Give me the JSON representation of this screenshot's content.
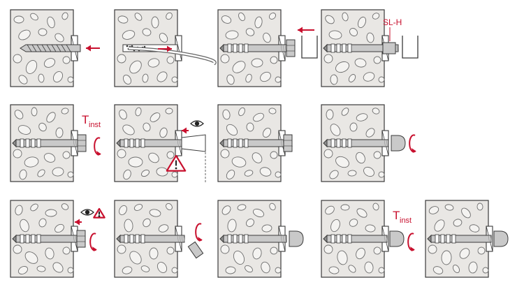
{
  "colors": {
    "concrete": "#e9e7e4",
    "stone_fill": "#f4f3f1",
    "outline": "#3a3a3a",
    "metal": "#c9c9c9",
    "metal_dark": "#8f8f8f",
    "accent_red": "#c8102e"
  },
  "labels": {
    "torque_T": "T",
    "torque_sub": "inst",
    "sleeve": "SL-H"
  },
  "steps": [
    {
      "id": "step-1-drill",
      "row": 1,
      "col": 1,
      "icons": [
        "drill-bit",
        "arrow-left"
      ]
    },
    {
      "id": "step-2-clean",
      "row": 1,
      "col": 2,
      "icons": [
        "blow-out-pump-tube",
        "arrow-right"
      ]
    },
    {
      "id": "step-3-insert-anchor",
      "row": 1,
      "col": 3,
      "icons": [
        "anchor",
        "nut",
        "setting-tool",
        "arrow-left"
      ]
    },
    {
      "id": "step-4-set-sleeve",
      "row": 1,
      "col": 4,
      "icons": [
        "anchor",
        "setting-tool"
      ],
      "label": "SL-H"
    },
    {
      "id": "step-5-torque",
      "row": 2,
      "col": 1,
      "icons": [
        "anchor",
        "nut",
        "rotate-arrow"
      ],
      "label": "Tinst"
    },
    {
      "id": "step-6-check",
      "row": 2,
      "col": 2,
      "icons": [
        "anchor",
        "sleeve",
        "eye",
        "warning-triangle"
      ]
    },
    {
      "id": "step-7-set",
      "row": 2,
      "col": 3,
      "icons": [
        "anchor",
        "nut"
      ]
    },
    {
      "id": "step-8-cap",
      "row": 2,
      "col": 4,
      "icons": [
        "anchor",
        "cap-nut",
        "rotate-arrow"
      ]
    },
    {
      "id": "step-9-inspect",
      "row": 3,
      "col": 1,
      "icons": [
        "anchor",
        "nut",
        "eye",
        "warning-triangle",
        "rotate-arrow"
      ]
    },
    {
      "id": "step-10-remove-nut",
      "row": 3,
      "col": 2,
      "icons": [
        "anchor",
        "loose-nut",
        "rotate-arrow"
      ]
    },
    {
      "id": "step-11-fit-cap",
      "row": 3,
      "col": 3,
      "icons": [
        "anchor",
        "cap-nut"
      ]
    },
    {
      "id": "step-12-torque-cap",
      "row": 3,
      "col": 4,
      "icons": [
        "anchor",
        "cap-nut",
        "rotate-arrow"
      ],
      "label": "Tinst"
    },
    {
      "id": "step-13-final",
      "row": 3,
      "col": 5,
      "icons": [
        "anchor",
        "cap-nut"
      ]
    }
  ]
}
